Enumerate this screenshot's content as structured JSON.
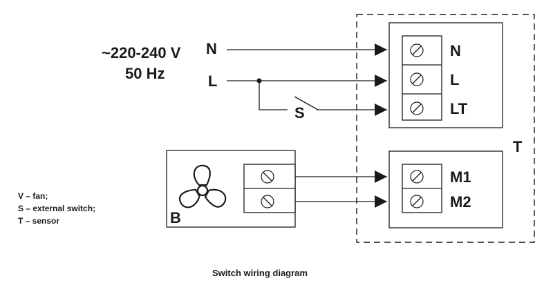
{
  "supply": {
    "voltage": "~220-240 V",
    "frequency": "50 Hz"
  },
  "wires": {
    "n": "N",
    "l": "L",
    "switch": "S"
  },
  "sensor": {
    "label": "T",
    "terminals": [
      "N",
      "L",
      "LT"
    ],
    "motor_terminals": [
      "M1",
      "M2"
    ]
  },
  "fan": {
    "label": "B"
  },
  "legend": [
    "V – fan;",
    "S – external switch;",
    "T – sensor"
  ],
  "caption": "Switch wiring diagram"
}
